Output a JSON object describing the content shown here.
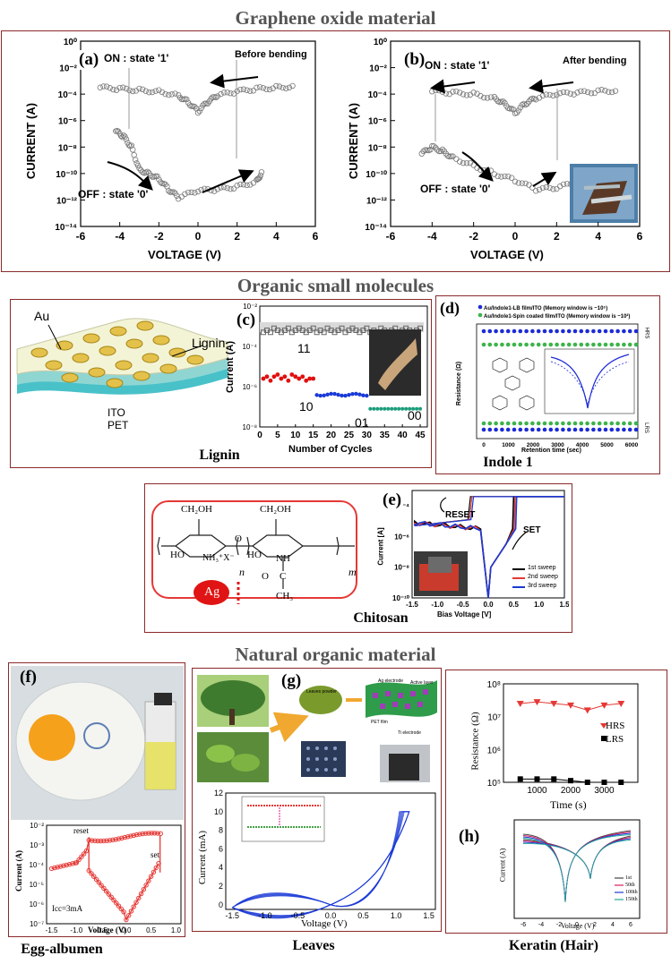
{
  "sections": {
    "graphene": "Graphene oxide material",
    "organic": "Organic small molecules",
    "natural": "Natural organic material"
  },
  "panels": {
    "a": {
      "label": "(a)",
      "on": "ON : state '1'",
      "off": "OFF : state '0'",
      "note": "Before bending",
      "xlabel": "VOLTAGE (V)",
      "ylabel": "CURRENT (A)",
      "xticks": [
        "-6",
        "-4",
        "-2",
        "0",
        "2",
        "4",
        "6"
      ],
      "yticks": [
        "10⁰",
        "10⁻²",
        "10⁻⁴",
        "10⁻⁶",
        "10⁻⁸",
        "10⁻¹⁰",
        "10⁻¹²",
        "10⁻¹⁴"
      ]
    },
    "b": {
      "label": "(b)",
      "on": "ON : state '1'",
      "off": "OFF : state '0'",
      "note": "After bending",
      "xlabel": "VOLTAGE (V)",
      "ylabel": "CURRENT (A)",
      "xticks": [
        "-6",
        "-4",
        "-2",
        "0",
        "2",
        "4",
        "6"
      ],
      "yticks": [
        "10⁰",
        "10⁻²",
        "10⁻⁴",
        "10⁻⁶",
        "10⁻⁸",
        "10⁻¹⁰",
        "10⁻¹²",
        "10⁻¹⁴"
      ]
    },
    "lignin": {
      "au": "Au",
      "lignin": "Lignin",
      "ito": "ITO",
      "pet": "PET",
      "caption": "Lignin"
    },
    "c": {
      "label": "(c)",
      "xlabel": "Number of Cycles",
      "ylabel": "Current (A)",
      "states": [
        "11",
        "10",
        "01",
        "00"
      ],
      "xticks": [
        "0",
        "5",
        "10",
        "15",
        "20",
        "25",
        "30",
        "35",
        "40",
        "45"
      ],
      "yticks": [
        "10⁻²",
        "10⁻⁴",
        "10⁻⁶",
        "10⁻⁸"
      ]
    },
    "d": {
      "label": "(d)",
      "legend1": "Au/Indole1-LB film/ITO (Memory window is ~10⁵)",
      "legend2": "Au/Indole1-Spin coated film/ITO (Memory window is ~10²)",
      "xlabel": "Retention time (sec)",
      "ylabel": "Resistance (Ω)",
      "hrs": "HRS",
      "lrs": "LRS",
      "xticks": [
        "0",
        "1000",
        "2000",
        "3000",
        "4000",
        "5000",
        "6000"
      ],
      "caption": "Indole 1"
    },
    "e": {
      "label": "(e)",
      "reset": "RESET",
      "set": "SET",
      "xlabel": "Bias Voltage [V]",
      "ylabel": "Current [A]",
      "legend": [
        "1st sweep",
        "2nd sweep",
        "3rd sweep"
      ],
      "xticks": [
        "-1.5",
        "-1.0",
        "-0.5",
        "0.0",
        "0.5",
        "1.0",
        "1.5"
      ],
      "yticks": [
        "10⁻⁴",
        "10⁻⁶",
        "10⁻⁸",
        "10⁻¹⁰"
      ],
      "ag": "Ag",
      "caption": "Chitosan",
      "chem": {
        "ch2oh": "CH₂OH",
        "ho": "HO",
        "nh3": "NH₃⁺X⁻",
        "nh": "NH",
        "n": "n",
        "m": "m",
        "ch3": "CH₃",
        "o": "O",
        "c": "C"
      }
    },
    "f": {
      "label": "(f)",
      "reset": "reset",
      "set": "set",
      "icc": "Icc=3mA",
      "xlabel": "Voltage (V)",
      "ylabel": "Current (A)",
      "xticks": [
        "-1.5",
        "-1.0",
        "-0.5",
        "0.0",
        "0.5",
        "1.0"
      ],
      "yticks": [
        "10⁻²",
        "10⁻³",
        "10⁻⁴",
        "10⁻⁵",
        "10⁻⁶",
        "10⁻⁷"
      ],
      "caption": "Egg-albumen"
    },
    "g": {
      "label": "(g)",
      "xlabel": "Voltage (V)",
      "ylabel": "Current (mA)",
      "xticks": [
        "-1.5",
        "-1.0",
        "-0.5",
        "0.0",
        "0.5",
        "1.0",
        "1.5"
      ],
      "yticks": [
        "0",
        "2",
        "4",
        "6",
        "8",
        "10",
        "12"
      ],
      "caption": "Leaves",
      "labels": {
        "powder": "Leaves powder",
        "ag": "Ag electrode",
        "active": "Active layer",
        "pet": "PET film",
        "ti": "Ti electrode"
      }
    },
    "h": {
      "label": "(h)",
      "hrs": "HRS",
      "lrs": "LRS",
      "xlabel1": "Time (s)",
      "ylabel1": "Resistance (Ω)",
      "xticks1": [
        "1000",
        "2000",
        "3000"
      ],
      "yticks1": [
        "10⁸",
        "10⁷",
        "10⁶",
        "10⁵"
      ],
      "xlabel2": "Voltage (V)",
      "ylabel2": "Current (A)",
      "xticks2": [
        "-6",
        "-4",
        "-2",
        "0",
        "2",
        "4",
        "6"
      ],
      "legend2": [
        "1st",
        "50th",
        "100th",
        "150th"
      ],
      "caption": "Keratin (Hair)"
    }
  },
  "chart_data": [
    {
      "type": "scatter",
      "id": "a",
      "xlim": [
        -6,
        6
      ],
      "ylim_log": [
        -14,
        0
      ],
      "on_branch": {
        "x": [
          -5,
          -4,
          -3,
          -2,
          -1,
          -0.5,
          0,
          0.5,
          1,
          2,
          3,
          4,
          5
        ],
        "y": [
          -3.5,
          -3.6,
          -3.7,
          -3.8,
          -4.1,
          -4.6,
          -5.3,
          -4.6,
          -4.1,
          -3.8,
          -3.6,
          -3.5,
          -3.4
        ]
      },
      "off_branch": {
        "x": [
          -4.2,
          -3.8,
          -3.4,
          -3,
          -2.5,
          -2,
          -1.5,
          -1,
          0,
          1,
          2,
          3,
          3.3
        ],
        "y": [
          -6.8,
          -7.2,
          -8,
          -9.7,
          -10,
          -10.4,
          -11.2,
          -11.8,
          -11.3,
          -11.2,
          -11,
          -10.6,
          -9.8
        ]
      }
    },
    {
      "type": "scatter",
      "id": "b",
      "xlim": [
        -6,
        6
      ],
      "ylim_log": [
        -14,
        0
      ],
      "on_branch": {
        "x": [
          -4,
          -3,
          -2,
          -1,
          -0.5,
          0,
          0.5,
          1,
          2,
          3,
          4,
          5
        ],
        "y": [
          -3.8,
          -3.9,
          -4.0,
          -4.3,
          -4.7,
          -5.4,
          -4.7,
          -4.3,
          -4.0,
          -3.9,
          -3.8,
          -3.7
        ]
      },
      "off_branch": {
        "x": [
          -4.5,
          -4,
          -3.5,
          -3,
          -2,
          -1,
          0,
          1,
          2,
          3
        ],
        "y": [
          -8.5,
          -8,
          -8.3,
          -8.8,
          -9.4,
          -10,
          -10.5,
          -11.2,
          -11.1,
          -10.6
        ]
      }
    },
    {
      "type": "scatter",
      "id": "c",
      "x": [
        1,
        2,
        3,
        4,
        5,
        6,
        7,
        8,
        9,
        10,
        11,
        12,
        13,
        14,
        15
      ],
      "series": [
        {
          "name": "11",
          "values": [
            -3.3,
            -3.2,
            -3.3,
            -3.1,
            -3.2,
            -3.3,
            -3.2,
            -3.1,
            -3.3,
            -3.2,
            -3.1,
            -3.2,
            -3.3,
            -3.2,
            -3.1
          ]
        },
        {
          "name": "10",
          "values": [
            -5.6,
            -5.5,
            -5.7,
            -5.5,
            -5.4,
            -5.6,
            -5.5,
            -5.7,
            -5.4,
            -5.5,
            -5.6,
            -5.5,
            -5.7,
            -5.6,
            -5.6
          ]
        }
      ],
      "ylim_log": [
        -8,
        -2
      ]
    },
    {
      "type": "line",
      "id": "e",
      "xlim": [
        -1.5,
        1.5
      ],
      "ylim_log": [
        -10,
        -3
      ]
    },
    {
      "type": "line",
      "id": "f",
      "xlim": [
        -1.5,
        1.0
      ],
      "ylim_log": [
        -7,
        -2
      ]
    },
    {
      "type": "line",
      "id": "g",
      "xlim": [
        -1.5,
        1.5
      ],
      "ylim": [
        0,
        12
      ]
    },
    {
      "type": "line",
      "id": "h1",
      "x": [
        500,
        1000,
        1500,
        2000,
        2500,
        3000,
        3500
      ],
      "series": [
        {
          "name": "HRS",
          "values": [
            7.4,
            7.45,
            7.4,
            7.35,
            7.2,
            7.35,
            7.4
          ]
        },
        {
          "name": "LRS",
          "values": [
            5.1,
            5.1,
            5.1,
            5.05,
            5.0,
            5.0,
            5.0
          ]
        }
      ],
      "ylim_log": [
        5,
        8
      ]
    }
  ]
}
